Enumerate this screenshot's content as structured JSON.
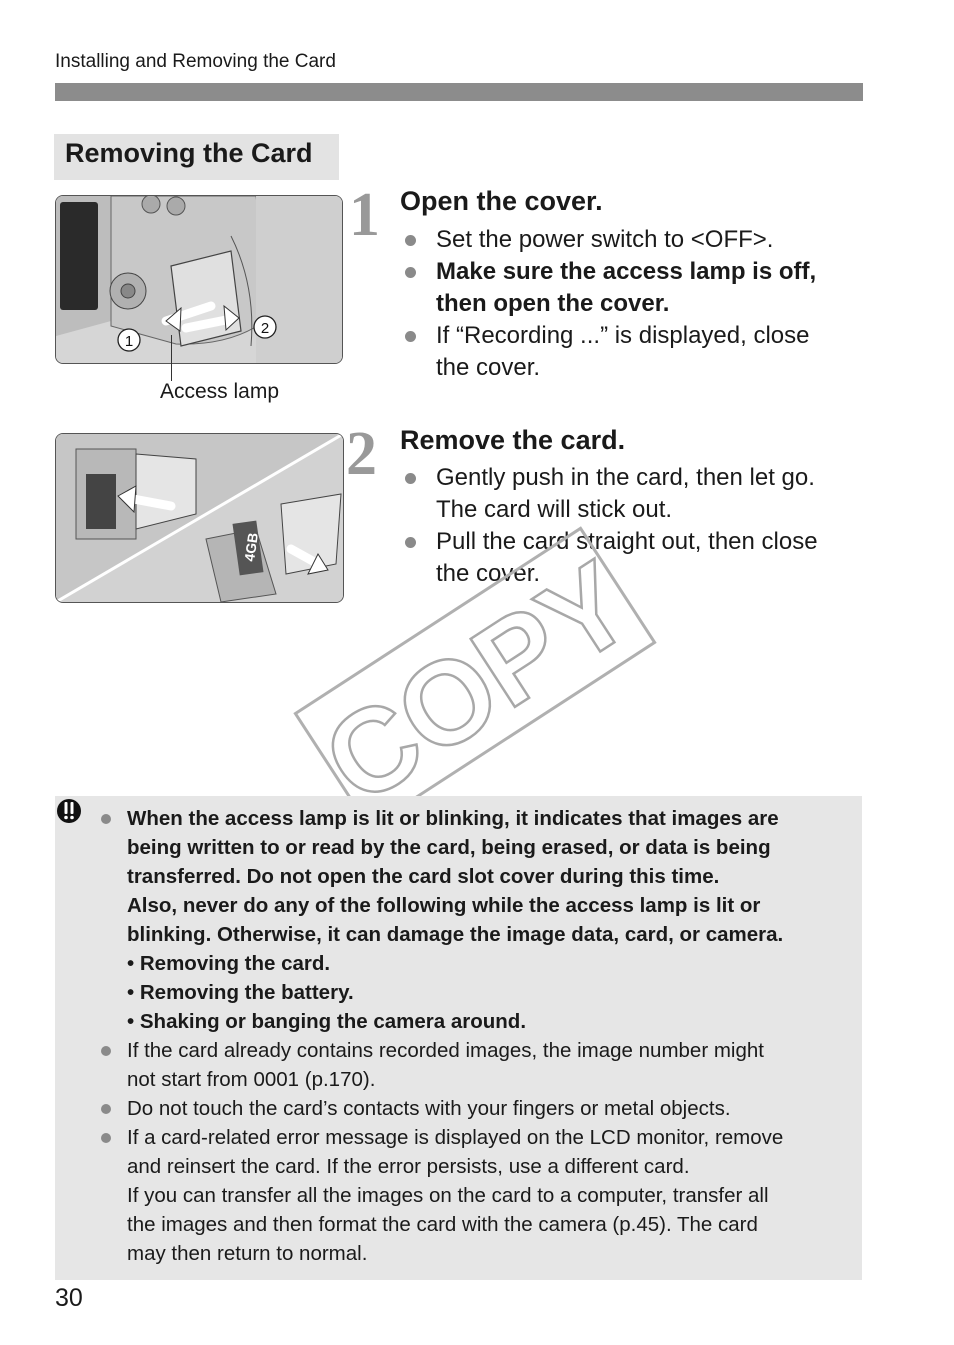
{
  "header": {
    "running_title": "Installing and Removing the Card"
  },
  "section": {
    "title": "Removing the Card"
  },
  "figure1": {
    "callout_1": "1",
    "callout_2": "2",
    "callout_label": "Access lamp"
  },
  "figure2": {
    "card_label": "4GB"
  },
  "steps": [
    {
      "number": "1",
      "title": "Open the cover.",
      "bullets": [
        "Set the power switch to <OFF>.",
        "Make sure the access lamp is off, then open the cover.",
        "If “Recording ...” is displayed, close the cover."
      ]
    },
    {
      "number": "2",
      "title": "Remove the card.",
      "bullets": [
        "Gently push in the card, then let go. The card will stick out.",
        "Pull the card straight out, then close the cover."
      ]
    }
  ],
  "watermark": {
    "text": "COPY"
  },
  "caution": {
    "icon": "caution-icon",
    "item1": {
      "lines": [
        "When the access lamp is lit or blinking, it indicates that images are",
        "being written to or read by the card, being erased, or data is being",
        "transferred. Do not open the card slot cover during this time.",
        "Also, never do any of the following while the access lamp is lit or",
        "blinking. Otherwise, it can damage the image data, card, or camera.",
        "• Removing the card.",
        "• Removing the battery.",
        "• Shaking or banging the camera around."
      ]
    },
    "item2": {
      "lines": [
        "If the card already contains recorded images, the image number might",
        "not start from 0001 (p.170)."
      ]
    },
    "item3": {
      "lines": [
        "Do not touch the card’s contacts with your fingers or metal objects."
      ]
    },
    "item4": {
      "lines": [
        "If a card-related error message is displayed on the LCD monitor, remove",
        "and reinsert the card. If the error persists, use a different card.",
        "If you can transfer all the images on the card to a computer, transfer all",
        "the images and then format the card with the camera (p.45). The card",
        "may then return to normal."
      ]
    }
  },
  "footer": {
    "page_number": "30"
  }
}
